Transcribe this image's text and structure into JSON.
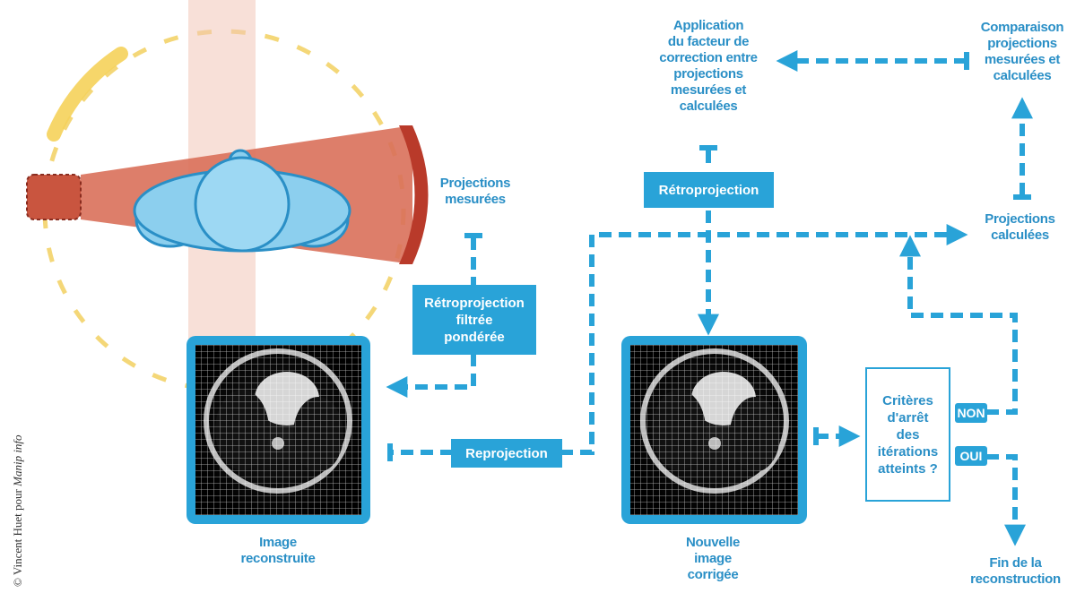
{
  "labels": {
    "projections_mesurees": "Projections\nmesurées",
    "retroprojection_filtree": "Rétroprojection\nfiltrée\npondérée",
    "image_reconstruite": "Image\nreconstruite",
    "reprojection": "Reprojection",
    "application": "Application\ndu facteur de\ncorrection entre\nprojections\nmesurées et\ncalculées",
    "retroprojection": "Rétroprojection",
    "comparaison": "Comparaison\nprojections\nmesurées et\ncalculées",
    "projections_calculees": "Projections\ncalculées",
    "nouvelle_image": "Nouvelle\nimage\ncorrigée",
    "criteres": "Critères\nd'arrêt\ndes\nitérations\natteints ?",
    "non": "NON",
    "oui": "OUI",
    "fin": "Fin de la\nreconstruction"
  },
  "credit": {
    "text": "© Vincent Huet pour ",
    "publication": "Manip info"
  },
  "colors": {
    "accent": "#29a3d8",
    "text_blue": "#2a8fc6",
    "beam": "#d9624a",
    "patient": "#7cc7ec",
    "orbit": "#f2c94c"
  }
}
